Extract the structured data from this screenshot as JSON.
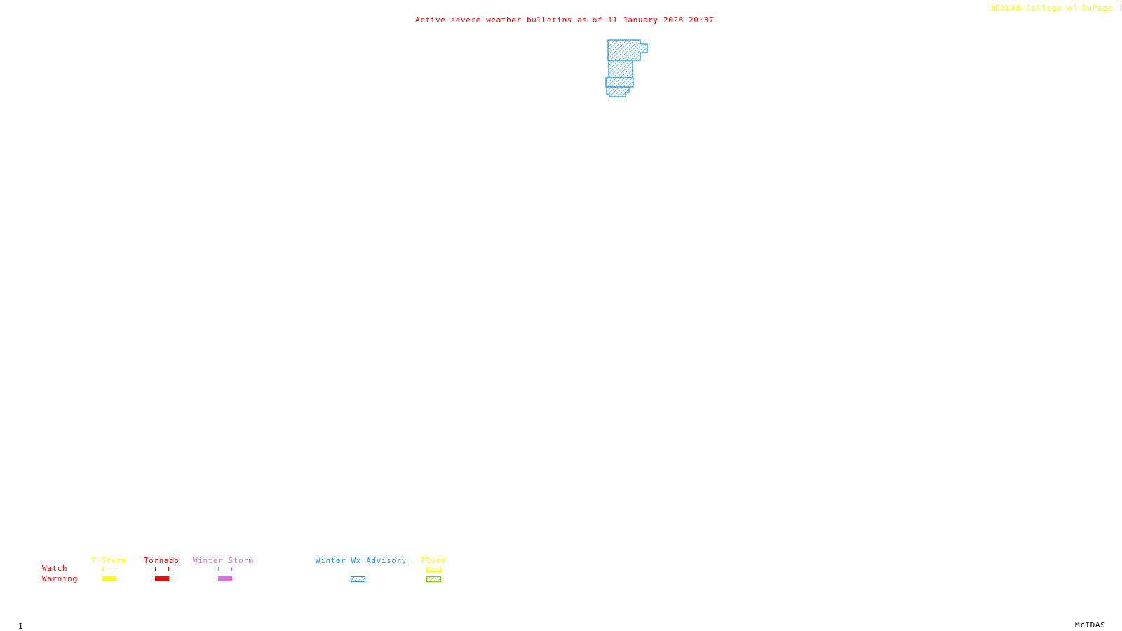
{
  "header": {
    "title": "Active severe weather bulletins as of 11 January 2026 20:37",
    "credit": "NEXLAB-College of DuPage",
    "credit_icon": "nexlab-logo-icon"
  },
  "map": {
    "highlighted_region": {
      "bulletin_type": "Winter Wx Advisory",
      "category": "Warning",
      "color": "#1e9be8",
      "pattern": "hatched"
    }
  },
  "legend": {
    "row_labels": {
      "watch": "Watch",
      "warning": "Warning"
    },
    "columns": [
      {
        "label": "T-Storm",
        "color": "#ffff00",
        "watch_style": "outline",
        "warning_style": "filled",
        "warning_color": "#ffff00"
      },
      {
        "label": "Tornado",
        "color": "#ff0000",
        "watch_style": "outline",
        "warning_style": "filled",
        "warning_color": "#ff0000"
      },
      {
        "label": "Winter Storm",
        "color": "#dd70dd",
        "watch_style": "outline",
        "warning_style": "filled",
        "warning_color": "#dd70dd"
      },
      {
        "label": "Winter Wx Advisory",
        "color": "#1e9be8",
        "watch_style": "none",
        "warning_style": "hatched",
        "warning_color": "#1e9be8"
      },
      {
        "label": "Flood",
        "color": "#ffff00",
        "watch_style": "hatched",
        "warning_style": "hatched",
        "warning_color": "#80d000"
      }
    ]
  },
  "footer": {
    "frame_number": "1",
    "software": "McIDAS"
  }
}
